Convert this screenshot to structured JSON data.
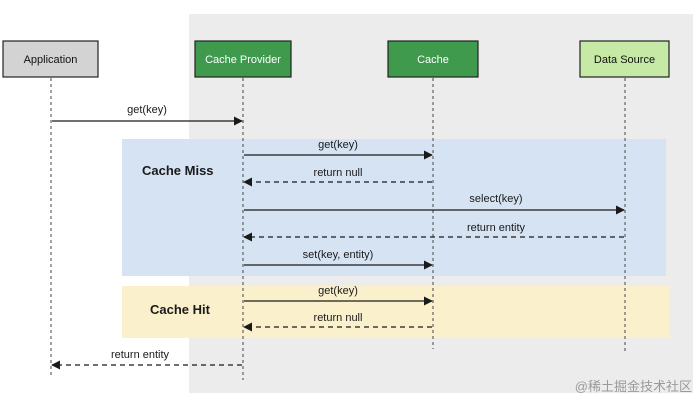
{
  "colors": {
    "gray_box": "#d3d3d3",
    "green_box": "#3f9a4d",
    "light_green_box": "#c6e9a6",
    "miss_region": "#d6e3f3",
    "hit_region": "#fbf0cc",
    "backdrop": "#ececec"
  },
  "participants": [
    {
      "name": "Application",
      "color": "gray"
    },
    {
      "name": "Cache Provider",
      "color": "green"
    },
    {
      "name": "Cache",
      "color": "green"
    },
    {
      "name": "Data Source",
      "color": "light-green"
    }
  ],
  "regions": {
    "miss_label": "Cache Miss",
    "hit_label": "Cache Hit"
  },
  "messages": [
    {
      "label": "get(key)",
      "from": "Application",
      "to": "Cache Provider",
      "style": "solid"
    },
    {
      "label": "get(key)",
      "from": "Cache Provider",
      "to": "Cache",
      "style": "solid"
    },
    {
      "label": "return null",
      "from": "Cache",
      "to": "Cache Provider",
      "style": "dashed"
    },
    {
      "label": "select(key)",
      "from": "Cache Provider",
      "to": "Data Source",
      "style": "solid"
    },
    {
      "label": "return entity",
      "from": "Data Source",
      "to": "Cache Provider",
      "style": "dashed"
    },
    {
      "label": "set(key, entity)",
      "from": "Cache Provider",
      "to": "Cache",
      "style": "solid"
    },
    {
      "label": "get(key)",
      "from": "Cache Provider",
      "to": "Cache",
      "style": "solid"
    },
    {
      "label": "return null",
      "from": "Cache",
      "to": "Cache Provider",
      "style": "dashed"
    },
    {
      "label": "return entity",
      "from": "Cache Provider",
      "to": "Application",
      "style": "dashed"
    }
  ],
  "watermark": "@稀土掘金技术社区"
}
